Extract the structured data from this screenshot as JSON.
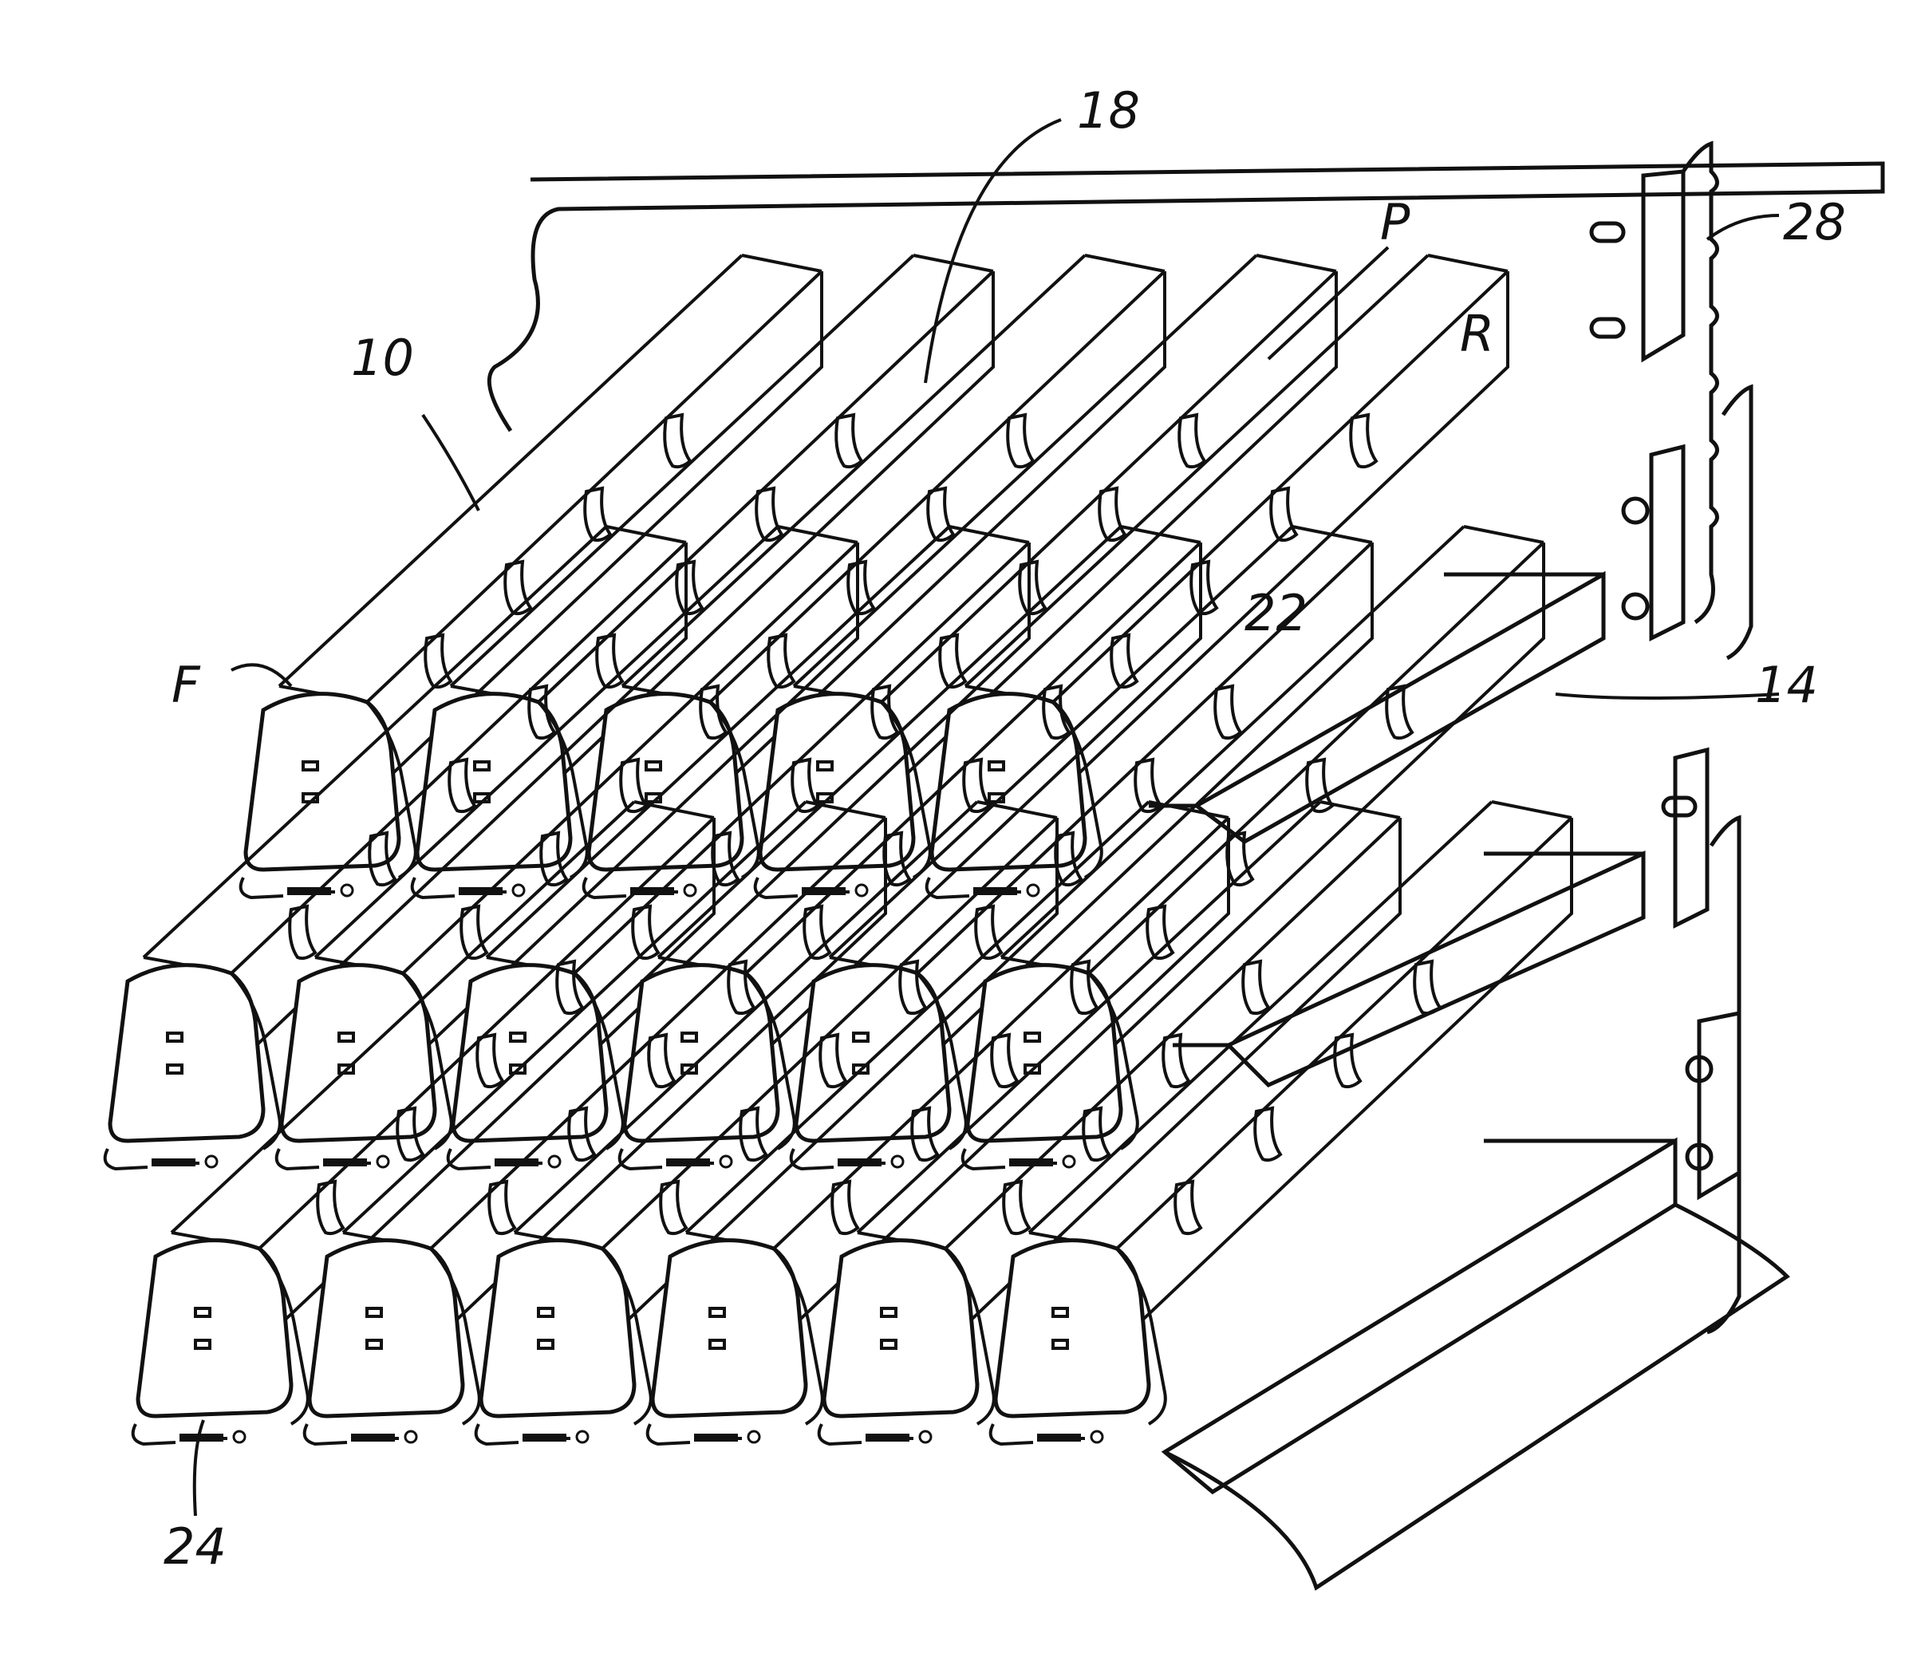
{
  "figure": {
    "description_type": "patent-line-drawing",
    "stroke_color": "#111111",
    "background": "#ffffff"
  },
  "labels": {
    "ref_10": "10",
    "ref_18": "18",
    "ref_28": "28",
    "ref_F": "F",
    "ref_P": "P",
    "ref_R": "R",
    "ref_22": "22",
    "ref_14": "14",
    "ref_24": "24"
  },
  "grid": {
    "tiers": 3,
    "columns_per_tier": [
      5,
      6,
      6
    ],
    "empty_trays": 3
  }
}
